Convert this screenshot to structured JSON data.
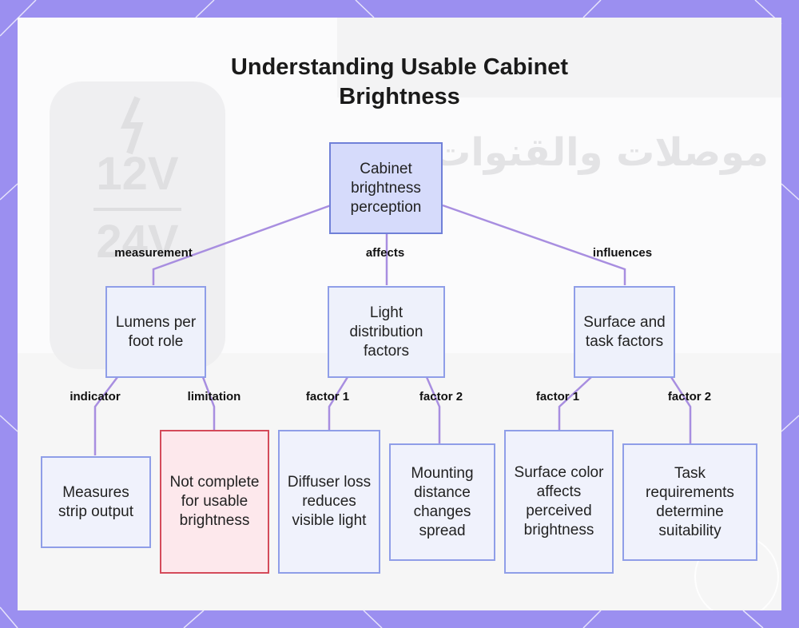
{
  "title": "Understanding Usable Cabinet Brightness",
  "nodes": {
    "root": "Cabinet brightness perception",
    "lumens": "Lumens per foot role",
    "light": "Light distribution factors",
    "surface": "Surface and task factors",
    "measures": "Measures strip output",
    "notcomplete": "Not complete for usable brightness",
    "diffuser": "Diffuser loss reduces visible light",
    "mounting": "Mounting distance changes spread",
    "surfacecolor": "Surface color affects perceived brightness",
    "task": "Task requirements determine suitability"
  },
  "edges": {
    "measurement": "measurement",
    "affects": "affects",
    "influences": "influences",
    "indicator": "indicator",
    "limitation": "limitation",
    "factor1a": "factor 1",
    "factor2a": "factor 2",
    "factor1b": "factor 1",
    "factor2b": "factor 2"
  },
  "background": {
    "v12": "12V",
    "v24": "24V",
    "arabic": "موصلات والقنوات"
  },
  "colors": {
    "frame": "#9b8ff0",
    "edge": "#a88ee0",
    "node_border": "#8f9ee8",
    "root_fill": "#d6dbfb",
    "warn_border": "#d44a5a",
    "warn_fill": "#fde8ec"
  }
}
